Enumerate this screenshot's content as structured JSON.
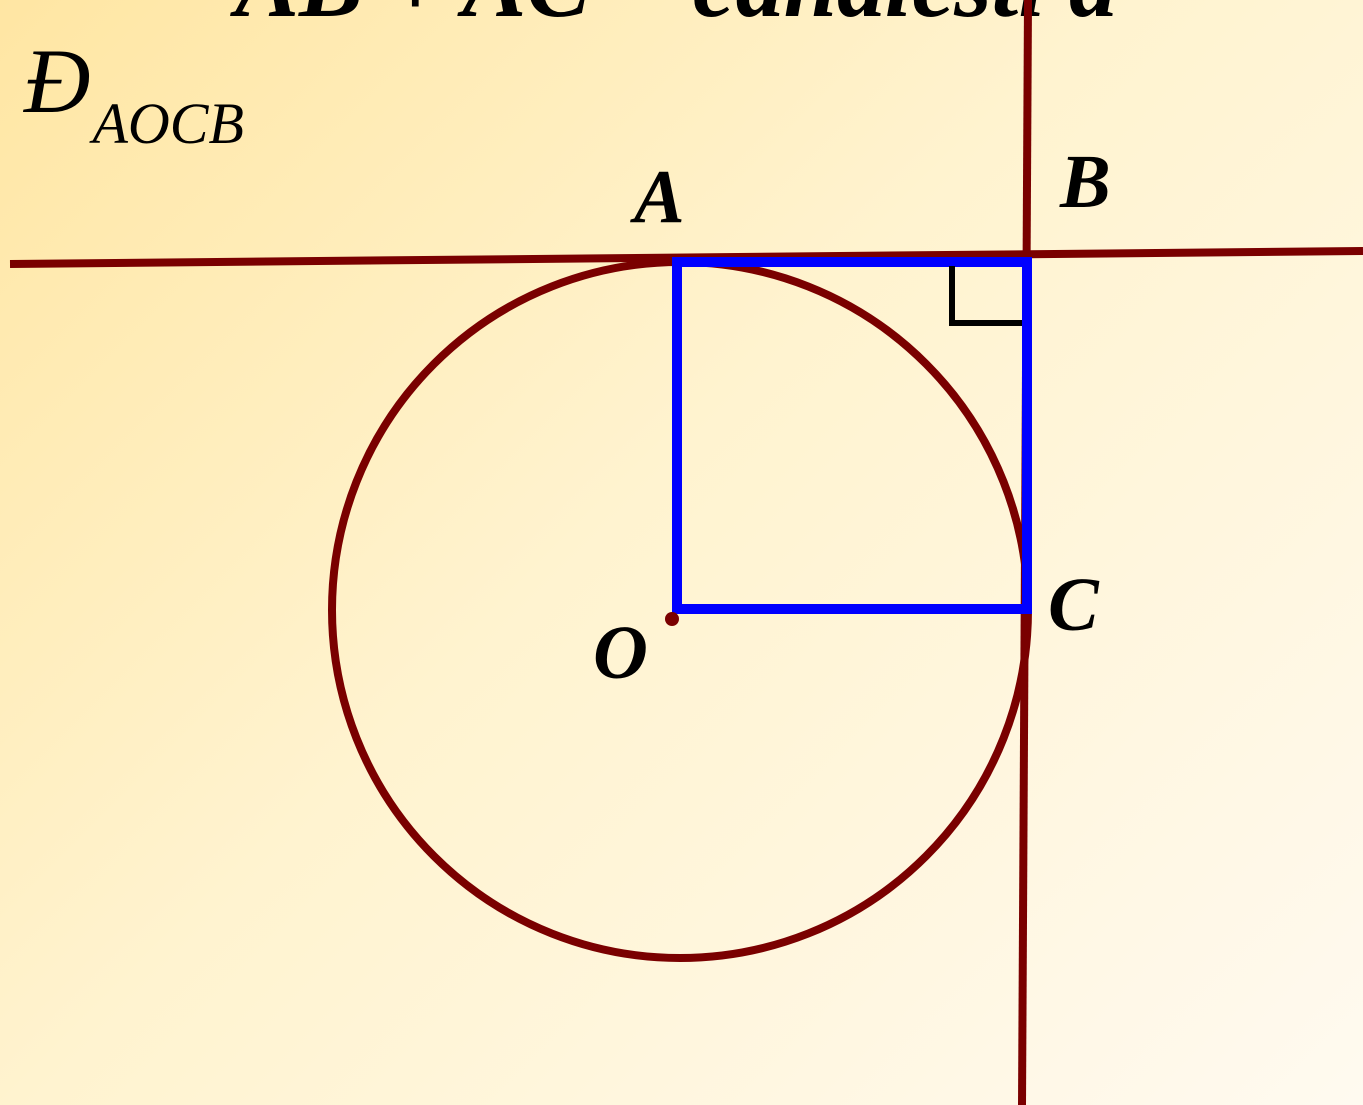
{
  "header": {
    "partial_text": "AB + AC = canalesti a"
  },
  "formula": {
    "symbol": "Đ",
    "subscript": "AOCB"
  },
  "points": {
    "A": "A",
    "B": "B",
    "C": "C",
    "O": "O"
  },
  "colors": {
    "circle_and_lines": "#7a0000",
    "quadrilateral": "#0000ff",
    "right_angle_mark": "#000000",
    "background_warm": "#ffe6a3",
    "background_light": "#fffaf0"
  }
}
